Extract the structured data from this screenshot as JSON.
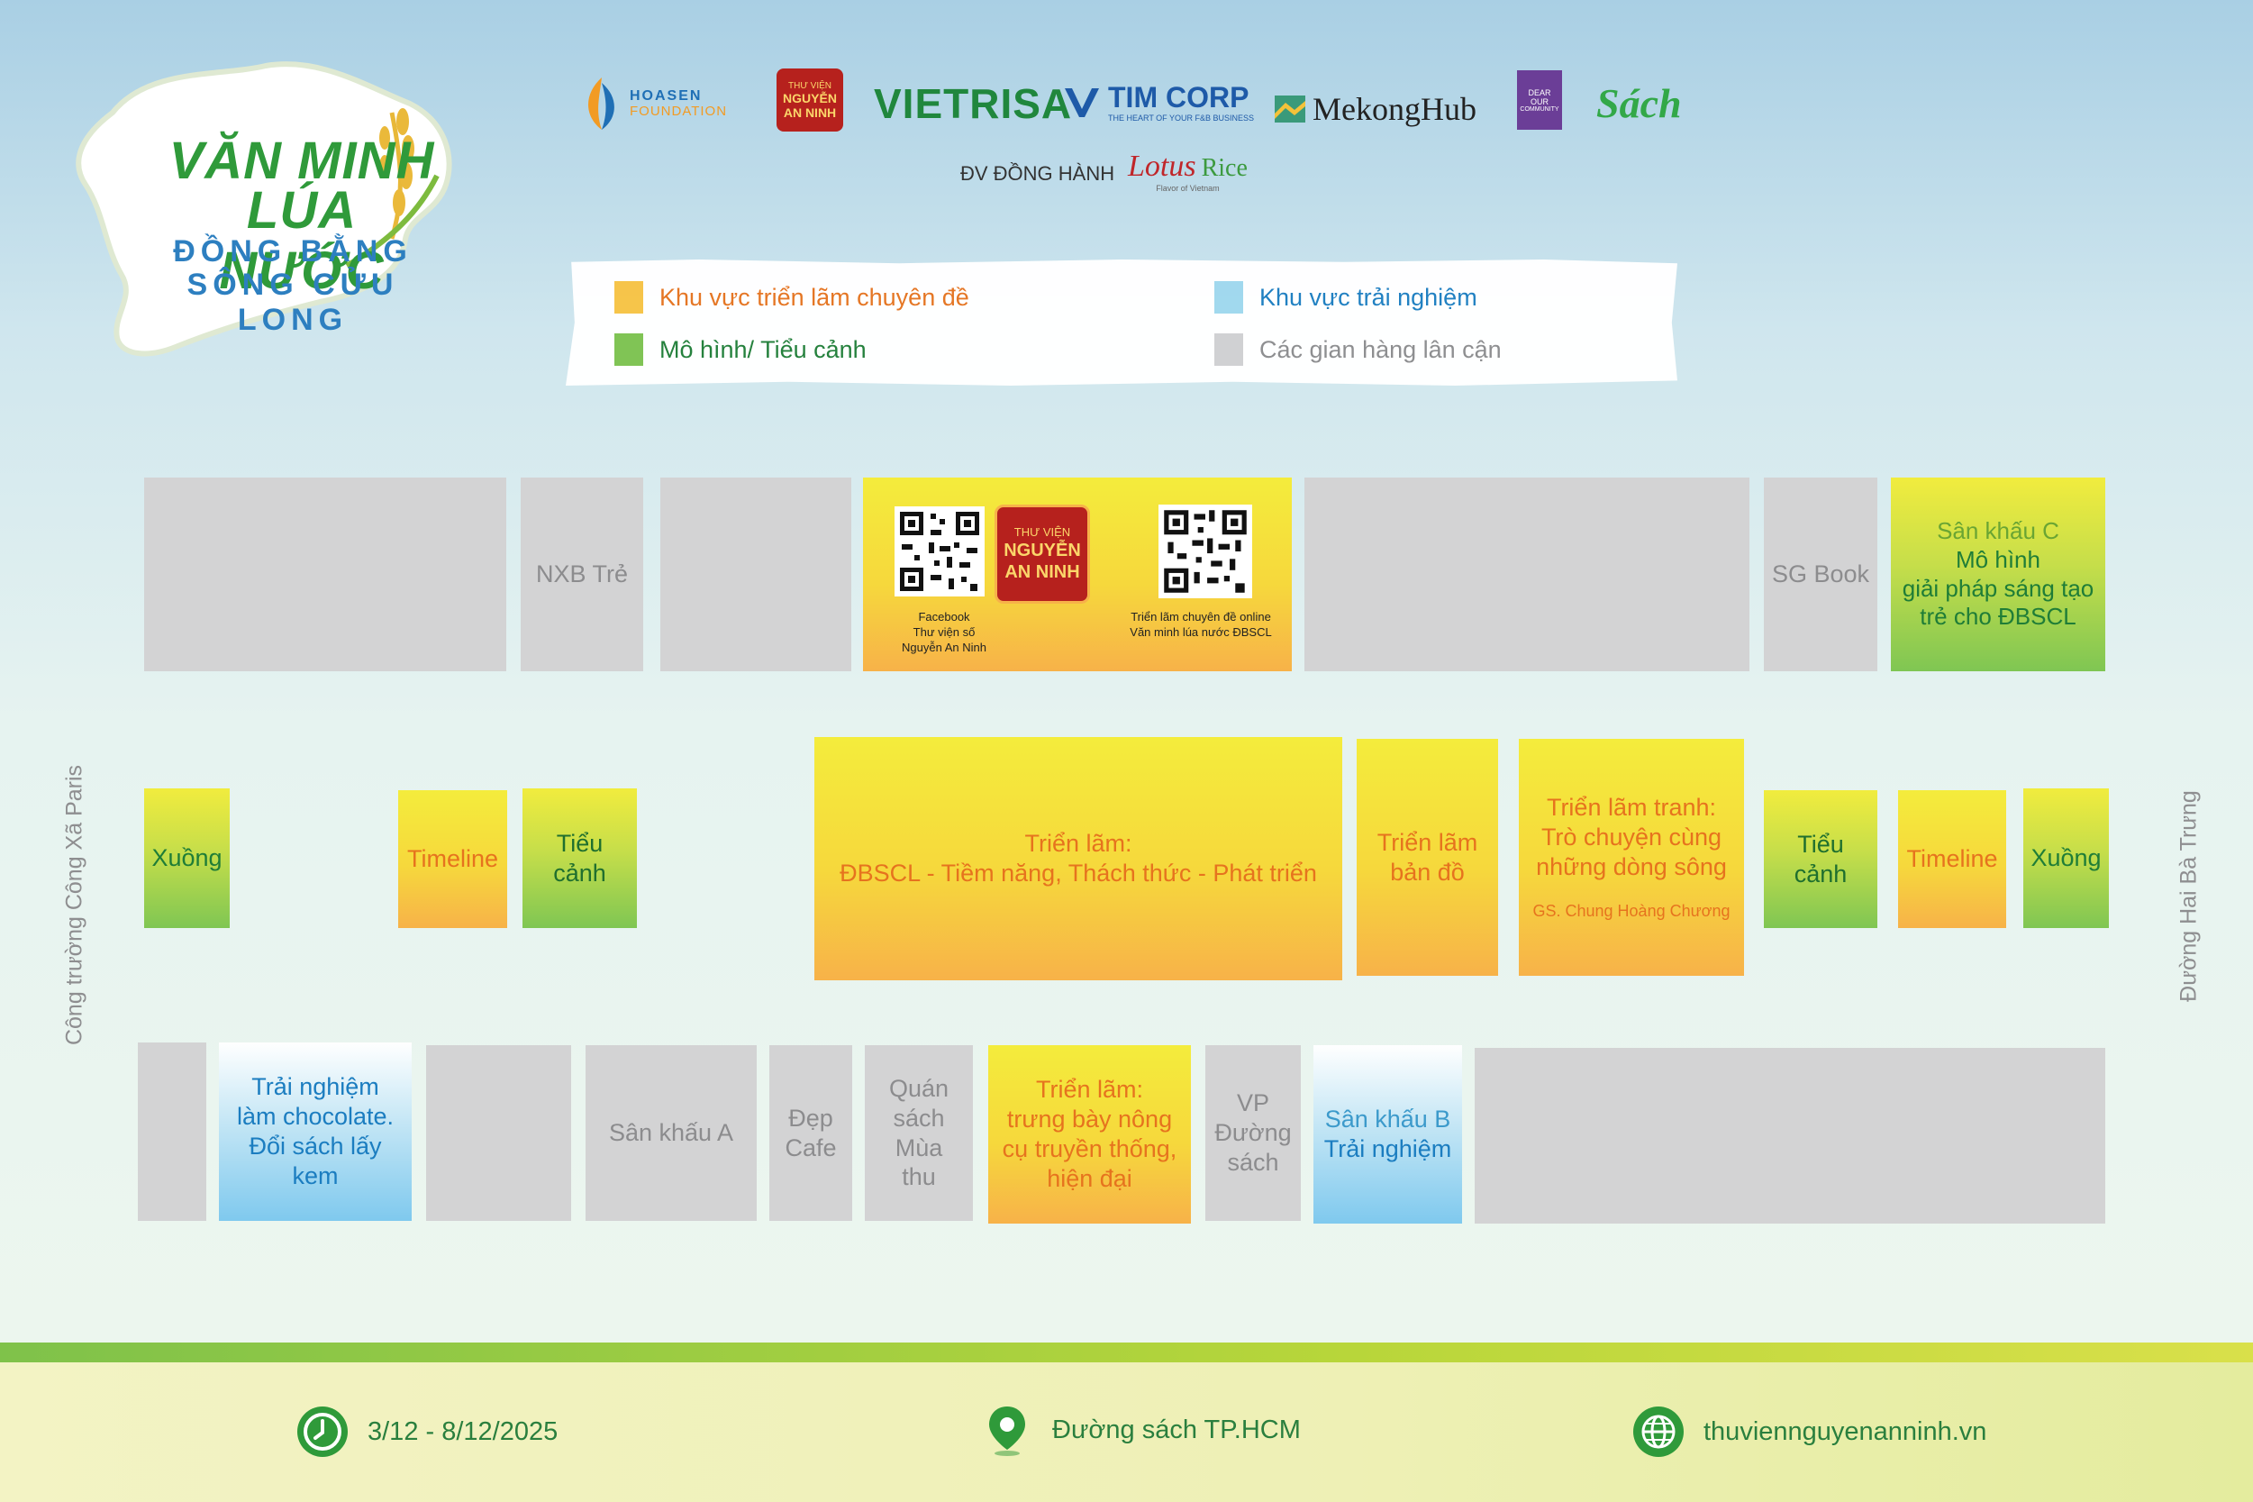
{
  "logo": {
    "line1": "VĂN MINH",
    "line2": "LÚA NƯỚC",
    "line3": "ĐỒNG BẰNG",
    "line4": "SÔNG CỬU LONG"
  },
  "sponsors": {
    "hoasen_1": "HOASEN",
    "hoasen_2": "FOUNDATION",
    "nguyenanninh_1": "THƯ VIỆN",
    "nguyenanninh_2": "NGUYỄN",
    "nguyenanninh_3": "AN NINH",
    "vietrisa": "VIETRISA",
    "timcorp": "TIM CORP",
    "timcorp_tag": "THE HEART OF YOUR F&B BUSINESS",
    "mekonghub": "MekongHub",
    "dearourcommunity_1": "DEAR",
    "dearourcommunity_2": "OUR",
    "dearourcommunity_3": "COMMUNITY",
    "sach": "Sách",
    "companion_label": "ĐV ĐỒNG HÀNH",
    "lotus": "Lotus",
    "rice": "Rice",
    "lotus_tag": "Flavor of Vietnam"
  },
  "legend": {
    "items": [
      {
        "label": "Khu vực triển lãm chuyên đề",
        "color": "#f7c445"
      },
      {
        "label": "Mô hình/ Tiểu cảnh",
        "color": "#7dc350"
      },
      {
        "label": "Khu vực trải nghiệm",
        "color": "#9fd8ee"
      },
      {
        "label": "Các gian hàng lân cận",
        "color": "#d0d0d2"
      }
    ]
  },
  "row1": {
    "nxb_tre": "NXB Trẻ",
    "qr_left_1": "Facebook",
    "qr_left_2": "Thư viện số",
    "qr_left_3": "Nguyễn An Ninh",
    "qr_right_1": "Triển lãm chuyên đề online",
    "qr_right_2": "Văn minh lúa nước ĐBSCL",
    "sg_book": "SG Book",
    "stage_c_1": "Sân khấu C",
    "stage_c_2": "Mô hình",
    "stage_c_3": "giải pháp sáng tạo",
    "stage_c_4": "trẻ cho ĐBSCL"
  },
  "row2": {
    "xuong": "Xuồng",
    "timeline": "Timeline",
    "tieu_canh": "Tiểu cảnh",
    "exhibit_main_1": "Triển lãm:",
    "exhibit_main_2": "ĐBSCL - Tiềm năng, Thách thức - Phát triển",
    "map_1": "Triển lãm",
    "map_2": "bản đồ",
    "painting_1": "Triển lãm tranh:",
    "painting_2": "Trò chuyện cùng",
    "painting_3": "những dòng sông",
    "painting_author": "GS. Chung Hoàng Chương"
  },
  "row3": {
    "choco_1": "Trải nghiệm",
    "choco_2": "làm chocolate.",
    "choco_3": "Đổi sách lấy kem",
    "stage_a": "Sân khấu A",
    "dep_cafe_1": "Đẹp",
    "dep_cafe_2": "Cafe",
    "quan_sach_1": "Quán",
    "quan_sach_2": "sách",
    "quan_sach_3": "Mùa",
    "quan_sach_4": "thu",
    "tools_1": "Triển lãm:",
    "tools_2": "trưng bày nông",
    "tools_3": "cụ truyền thống,",
    "tools_4": "hiện đại",
    "vp_1": "VP",
    "vp_2": "Đường",
    "vp_3": "sách",
    "stage_b_1": "Sân khấu B",
    "stage_b_2": "Trải nghiệm"
  },
  "streets": {
    "left": "Công trường Công Xã Paris",
    "right": "Đường Hai Bà Trưng"
  },
  "footer": {
    "date": "3/12 - 8/12/2025",
    "location": "Đường sách TP.HCM",
    "website": "thuviennguyenanninh.vn"
  },
  "colors": {
    "green_text": "#1f7d37",
    "orange_text": "#e6731e",
    "blue_text": "#1b7dc0",
    "gray_booth": "#d3d3d4"
  }
}
